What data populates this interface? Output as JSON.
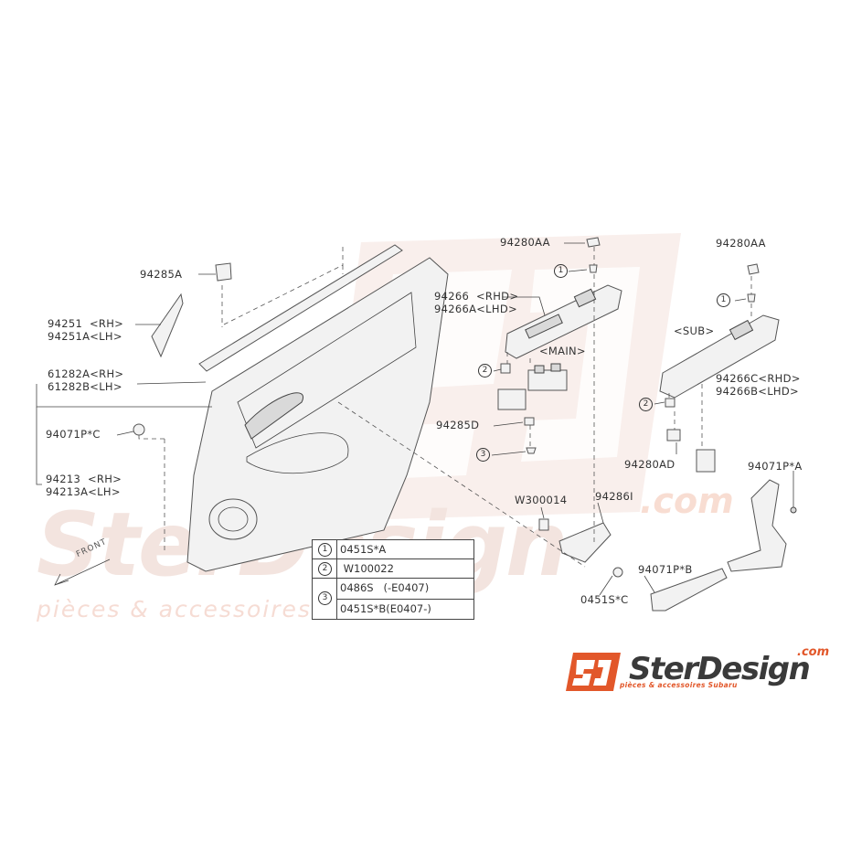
{
  "watermark": {
    "brand": "SterDesign",
    "domain": ".com",
    "tagline": "pièces & accessoires Subaru"
  },
  "logo": {
    "mark": "SD",
    "word": "SterDesign",
    "domain": ".com",
    "tagline": "pièces & accessoires Subaru",
    "accent_color": "#e2572a"
  },
  "front_label": "FRONT",
  "labels": {
    "p94280AA_main": "94280AA",
    "p94280AA_sub": "94280AA",
    "p94285A": "94285A",
    "p94266": "94266  <RHD>",
    "p94266A": "94266A<LHD>",
    "main": "<MAIN>",
    "sub": "<SUB>",
    "p94251": "94251  <RH>",
    "p94251A": "94251A<LH>",
    "p61282A": "61282A<RH>",
    "p61282B": "61282B<LH>",
    "p94071PC": "94071P*C",
    "p94213": "94213  <RH>",
    "p94213A": "94213A<LH>",
    "p94285D": "94285D",
    "p94266C": "94266C<RHD>",
    "p94266B": "94266B<LHD>",
    "p94280AD": "94280AD",
    "p94071PA": "94071P*A",
    "pW300014": "W300014",
    "p94286I": "94286I",
    "p94071PB": "94071P*B",
    "p0451SC": "0451S*C"
  },
  "callouts": {
    "c1": "1",
    "c2": "2",
    "c3": "3"
  },
  "legend": {
    "rows": [
      {
        "num": "1",
        "text": "0451S*A"
      },
      {
        "num": "2",
        "text": " W100022"
      },
      {
        "num": "3",
        "text": "0486S   (-E0407)"
      },
      {
        "num": "",
        "text": "0451S*B(E0407-)"
      }
    ]
  }
}
